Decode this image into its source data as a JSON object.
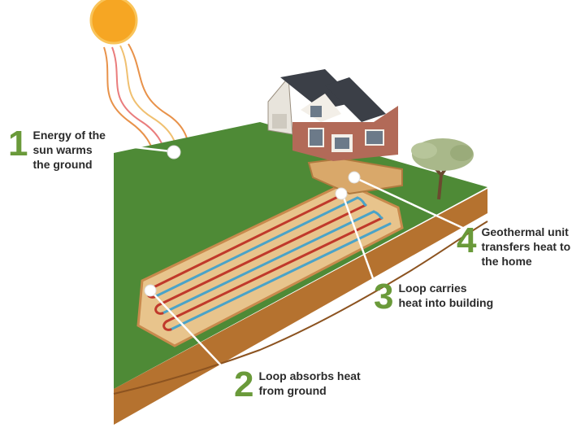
{
  "callouts": [
    {
      "number": "1",
      "lines": [
        "Energy of the",
        "sun warms",
        "the ground"
      ]
    },
    {
      "number": "2",
      "lines": [
        "Loop absorbs heat",
        "from ground"
      ]
    },
    {
      "number": "3",
      "lines": [
        "Loop carries",
        "heat into building"
      ]
    },
    {
      "number": "4",
      "lines": [
        "Geothermal unit",
        "transfers heat to",
        "the home"
      ]
    }
  ],
  "colors": {
    "accent_number": "#6a9a3a",
    "label_text": "#2b2b2b",
    "grass": "#4e8a36",
    "soil": "#c98a4d",
    "trench": "#e8c48c",
    "warm_pipe": "#c0392b",
    "cool_pipe": "#4aa3c8",
    "sun": "#f6a623"
  }
}
